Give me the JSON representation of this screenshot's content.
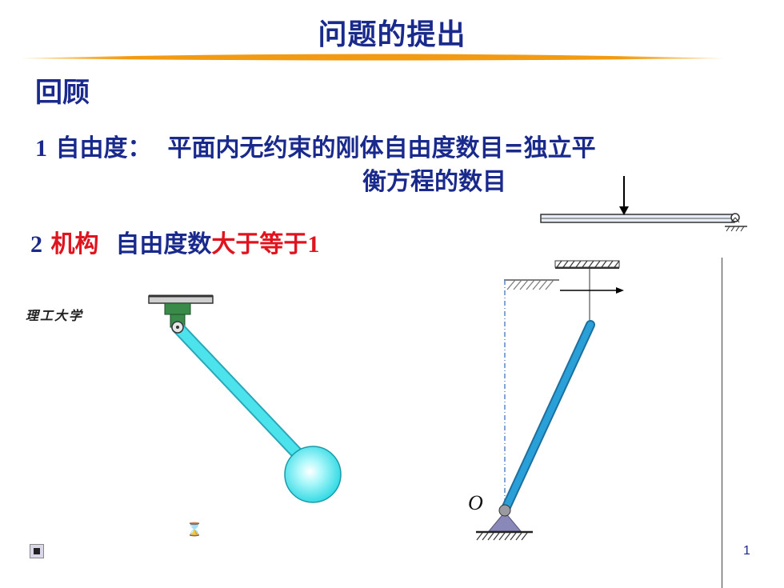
{
  "slide": {
    "title": "问题的提出",
    "review_heading": "回顾",
    "item1": {
      "number": "1",
      "term": "自由度：",
      "definition_line1": "平面内无约束的刚体自由度数目=独立平",
      "definition_line2": "衡方程的数目"
    },
    "item2": {
      "number": "2",
      "term": "机构",
      "text_blue": "自由度数",
      "text_red": "大于等于",
      "text_red_num": "1"
    },
    "watermark": "理工大学",
    "pivot_label": "O",
    "page_number": "1"
  },
  "colors": {
    "title_blue": "#1a2a8c",
    "accent_red": "#e0141e",
    "underline_orange": "#f29a12",
    "pendulum_cyan": "#33e0e8",
    "rod_blue": "#2aa0d8"
  },
  "icons": [
    "hourglass-icon",
    "stop-icon"
  ]
}
